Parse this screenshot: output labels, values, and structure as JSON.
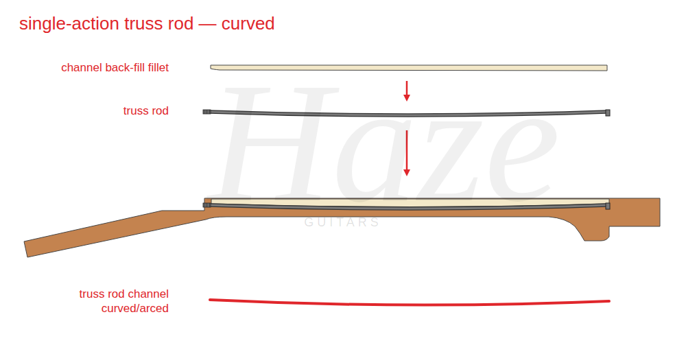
{
  "diagram": {
    "title": "single-action truss rod — curved",
    "labels": [
      "channel back-fill fillet",
      "truss rod",
      "truss rod channel curved/arced",
      "Haze",
      "GUITARS"
    ]
  }
}
